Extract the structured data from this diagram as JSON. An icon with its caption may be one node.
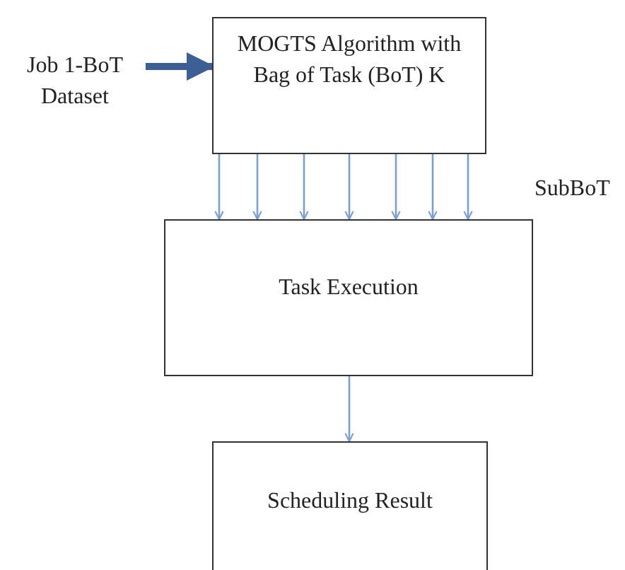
{
  "diagram": {
    "nodes": [
      {
        "text": [
          "Job 1-BoT Dataset"
        ]
      },
      {
        "text": [
          "MOGTS Algorithm with Bag of Task (BoT) K"
        ]
      },
      {
        "text": [
          "Task Execution"
        ]
      },
      {
        "text": [
          "Scheduling Result"
        ]
      }
    ],
    "edges": [
      {
        "from": 0,
        "to": 1,
        "arrow": "to",
        "style": "thick",
        "color": "#3c5f95"
      },
      {
        "from": 1,
        "to": 2,
        "arrow": "to"
      },
      {
        "from": 1,
        "to": 2,
        "arrow": "to"
      },
      {
        "from": 1,
        "to": 2,
        "arrow": "to"
      },
      {
        "from": 1,
        "to": 2,
        "arrow": "to"
      },
      {
        "from": 1,
        "to": 2,
        "arrow": "to"
      },
      {
        "from": 1,
        "to": 2,
        "arrow": "to"
      },
      {
        "from": 1,
        "to": 2,
        "arrow": "to"
      },
      {
        "from": 2,
        "to": 3,
        "arrow": "to"
      }
    ],
    "labels": [
      "SubBoT"
    ]
  }
}
